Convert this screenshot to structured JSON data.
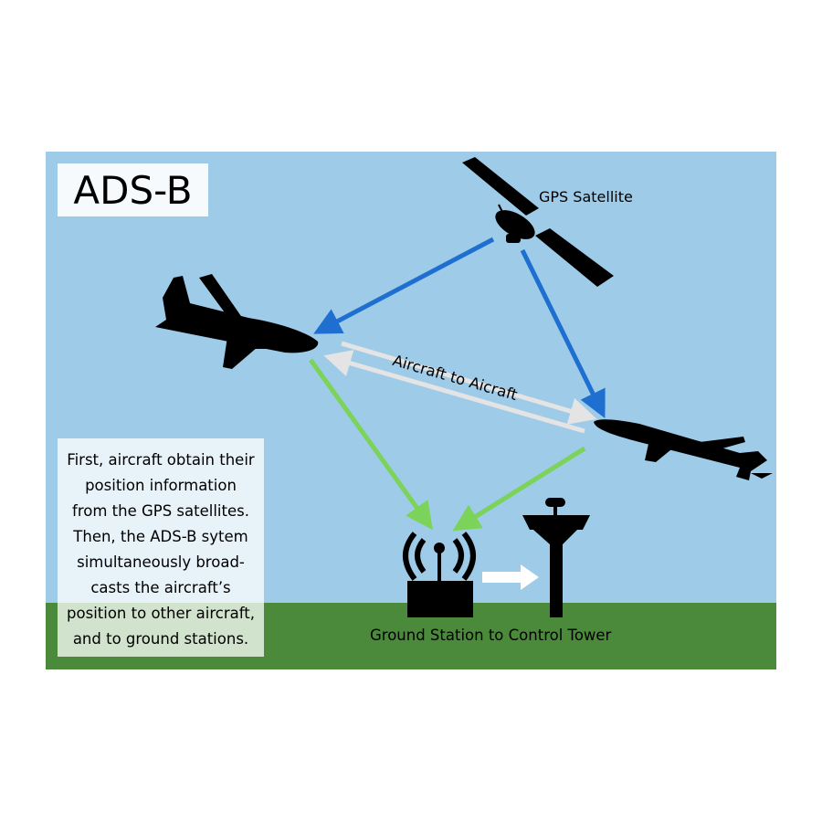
{
  "title": "ADS-B",
  "labels": {
    "gps_satellite": "GPS Satellite",
    "aircraft_to_aircraft": "Aircraft to Aicraft",
    "ground_station": "Ground Station to Control Tower"
  },
  "description": [
    "First, aircraft obtain their",
    "position information",
    "from the GPS satellites.",
    "Then, the ADS-B sytem",
    "simultaneously broad-",
    "casts the aircraft’s",
    "position to other aircraft,",
    "and to ground stations."
  ],
  "colors": {
    "sky": "#9ecbe8",
    "ground": "#4a8a3a",
    "gps_arrow": "#1f6fd0",
    "ground_arrow": "#7bd35a",
    "aircraft_arrow": "#e4e4e4",
    "silhouette": "#000000"
  },
  "icons": [
    "satellite-icon",
    "airplane-icon",
    "antenna-icon",
    "control-tower-icon"
  ]
}
